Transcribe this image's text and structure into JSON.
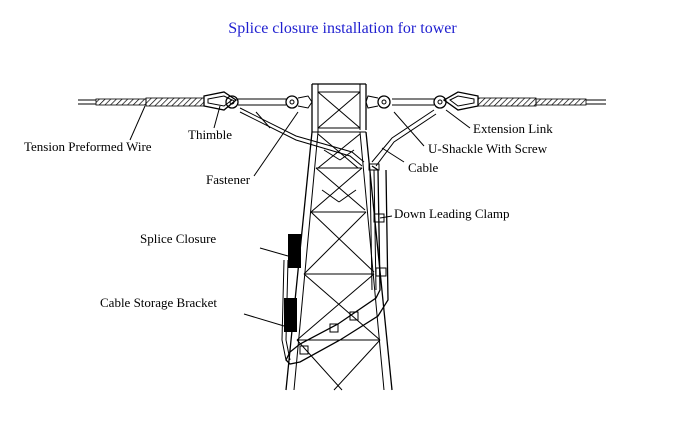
{
  "title": "Splice closure installation for tower",
  "labels": {
    "tension_preformed_wire": "Tension Preformed Wire",
    "thimble": "Thimble",
    "fastener": "Fastener",
    "extension_link": "Extension Link",
    "u_shackle": "U-Shackle With Screw",
    "cable": "Cable",
    "down_leading_clamp": "Down Leading Clamp",
    "splice_closure": "Splice Closure",
    "cable_storage_bracket": "Cable Storage Bracket"
  },
  "colors": {
    "title": "#1f1fd0",
    "lines": "#000000",
    "background": "#ffffff"
  }
}
